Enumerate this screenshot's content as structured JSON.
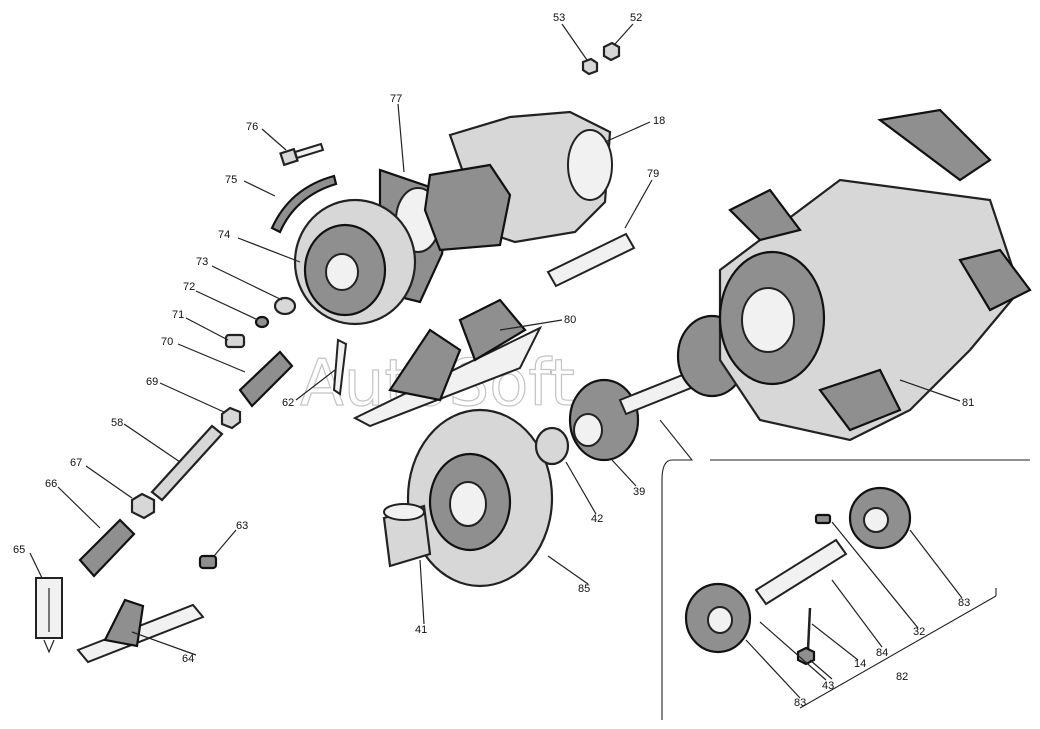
{
  "watermark": "AutoSoft",
  "callouts": [
    {
      "id": "53",
      "text": "53"
    },
    {
      "id": "52",
      "text": "52"
    },
    {
      "id": "77",
      "text": "77"
    },
    {
      "id": "76",
      "text": "76"
    },
    {
      "id": "18",
      "text": "18"
    },
    {
      "id": "79",
      "text": "79"
    },
    {
      "id": "75",
      "text": "75"
    },
    {
      "id": "74",
      "text": "74"
    },
    {
      "id": "73",
      "text": "73"
    },
    {
      "id": "72",
      "text": "72"
    },
    {
      "id": "80",
      "text": "80"
    },
    {
      "id": "71",
      "text": "71"
    },
    {
      "id": "70",
      "text": "70"
    },
    {
      "id": "62",
      "text": "62"
    },
    {
      "id": "69",
      "text": "69"
    },
    {
      "id": "81",
      "text": "81"
    },
    {
      "id": "58",
      "text": "58"
    },
    {
      "id": "67",
      "text": "67"
    },
    {
      "id": "66",
      "text": "66"
    },
    {
      "id": "39",
      "text": "39"
    },
    {
      "id": "42",
      "text": "42"
    },
    {
      "id": "63",
      "text": "63"
    },
    {
      "id": "65",
      "text": "65"
    },
    {
      "id": "85",
      "text": "85"
    },
    {
      "id": "83a",
      "text": "83"
    },
    {
      "id": "32",
      "text": "32"
    },
    {
      "id": "84",
      "text": "84"
    },
    {
      "id": "41",
      "text": "41"
    },
    {
      "id": "64",
      "text": "64"
    },
    {
      "id": "14",
      "text": "14"
    },
    {
      "id": "43",
      "text": "43"
    },
    {
      "id": "82",
      "text": "82"
    },
    {
      "id": "83b",
      "text": "83"
    }
  ]
}
